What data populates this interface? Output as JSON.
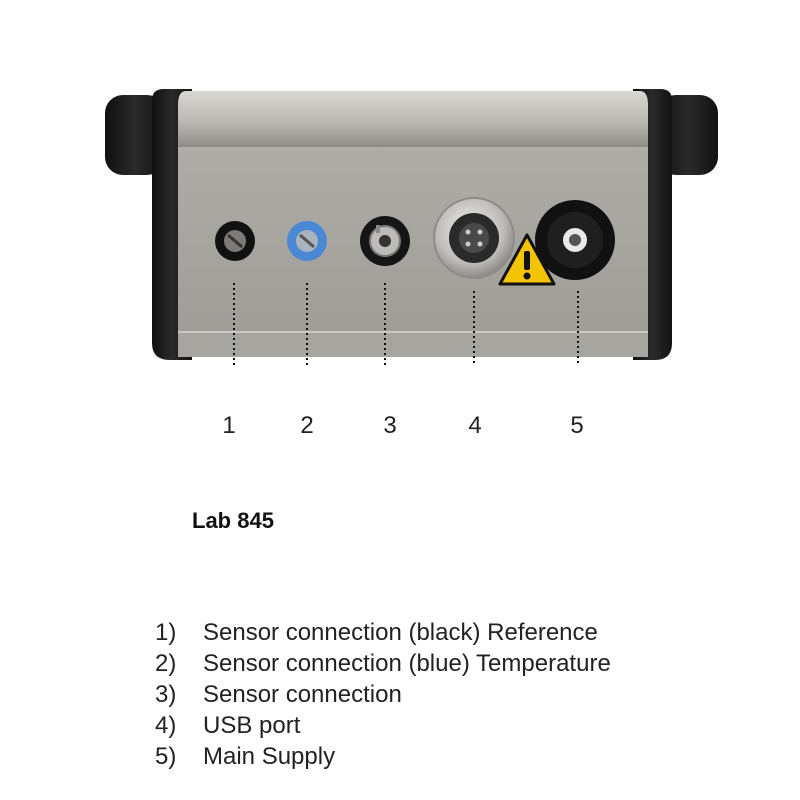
{
  "device": {
    "callouts": [
      "1",
      "2",
      "3",
      "4",
      "5"
    ],
    "colors": {
      "housing_gray": "#a9a8a3",
      "end_cap": "#1c1c1c",
      "blue_socket": "#4a88d6",
      "warning_yellow": "#f5c400"
    },
    "icons": [
      "black-socket",
      "blue-socket",
      "bnc-socket",
      "usb-port",
      "warning-icon",
      "power-socket"
    ]
  },
  "title": "Lab 845",
  "legend": [
    {
      "num": "1)",
      "text": "Sensor connection (black) Reference"
    },
    {
      "num": "2)",
      "text": "Sensor connection (blue) Temperature"
    },
    {
      "num": "3)",
      "text": "Sensor connection"
    },
    {
      "num": "4)",
      "text": "USB port"
    },
    {
      "num": "5)",
      "text": "Main Supply"
    }
  ]
}
